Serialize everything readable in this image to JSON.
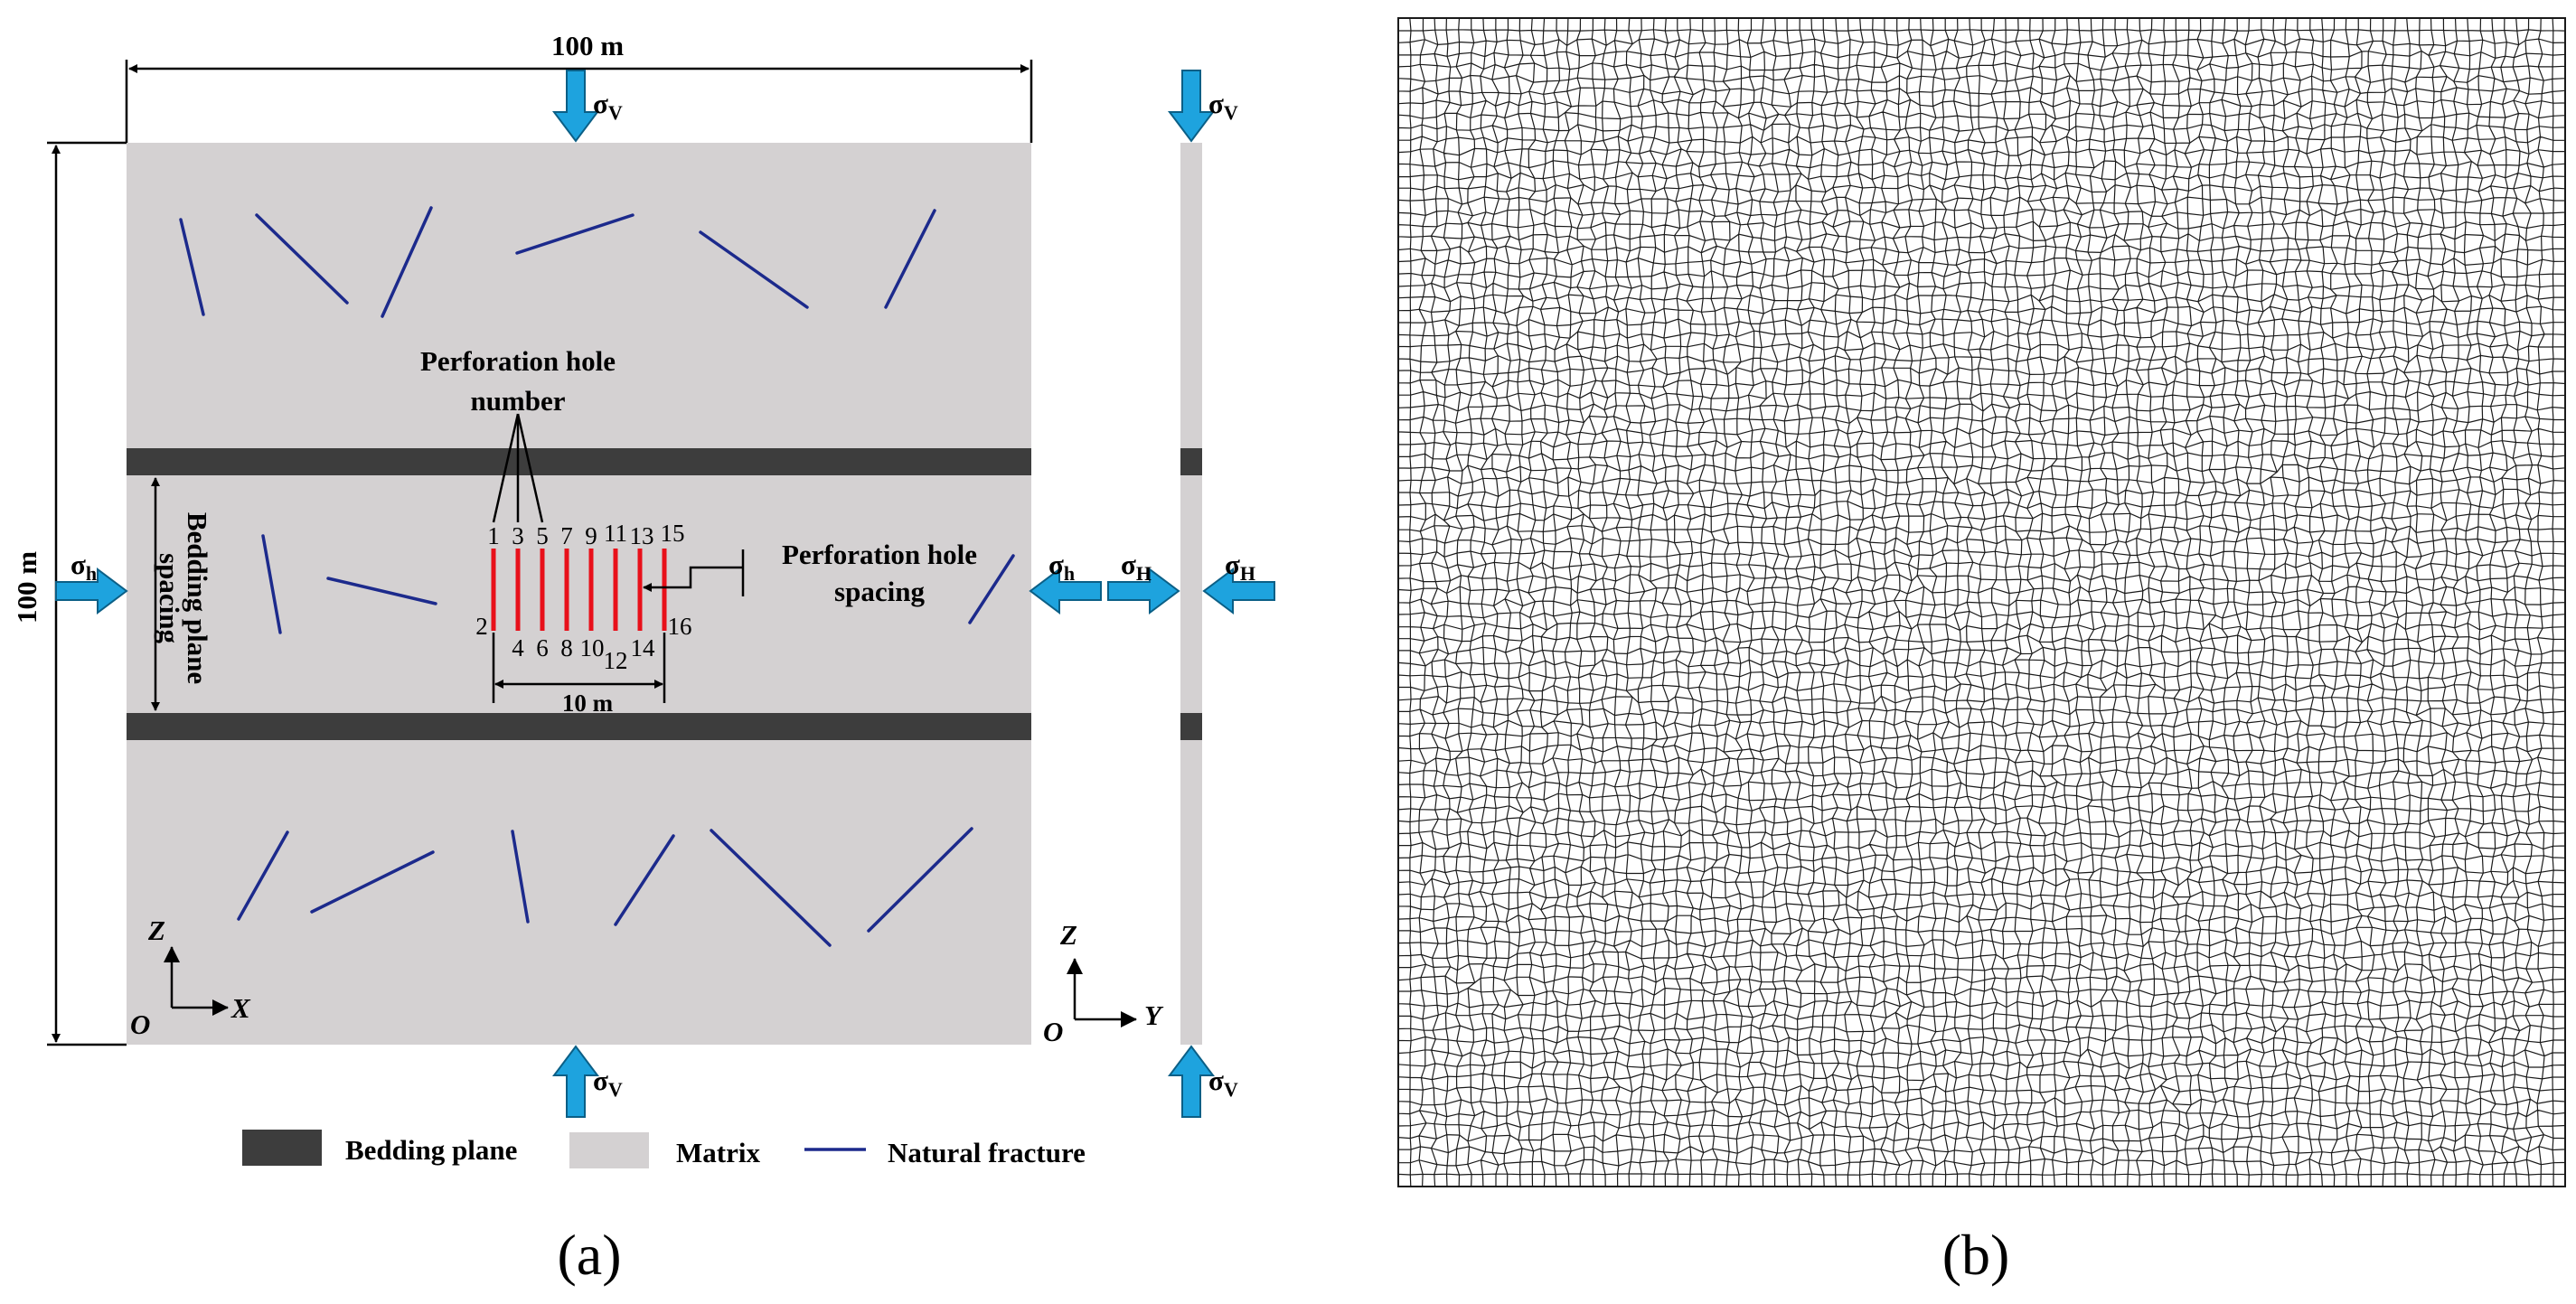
{
  "panel_a": {
    "dimension_width": "100 m",
    "dimension_height": "100 m",
    "perforation_spacing_dim": "10 m",
    "sigma_symbol": "σ",
    "sub_v": "V",
    "sub_h": "h",
    "sub_H": "H",
    "bedding_spacing_label_line1": "Bedding plane",
    "bedding_spacing_label_line2": "spacing",
    "perf_number_label_line1": "Perforation hole",
    "perf_number_label_line2": "number",
    "perf_spacing_label_line1": "Perforation hole",
    "perf_spacing_label_line2": "spacing",
    "hole_numbers_top": [
      "1",
      "3",
      "5",
      "7",
      "9",
      "11",
      "13",
      "15"
    ],
    "hole_numbers_bottom": [
      "2",
      "4",
      "6",
      "8",
      "10",
      "12",
      "14",
      "16"
    ],
    "axes_xz": {
      "z": "Z",
      "x": "X",
      "o": "O"
    },
    "axes_yz": {
      "z": "Z",
      "y": "Y",
      "o": "O"
    },
    "caption": "(a)"
  },
  "legend": {
    "bedding_plane": "Bedding plane",
    "matrix": "Matrix",
    "natural_fracture": "Natural fracture"
  },
  "panel_b": {
    "caption": "(b)"
  },
  "colors": {
    "matrix": "#d4d1d2",
    "bedding": "#3d3d3d",
    "fracture": "#1c2a8c",
    "perforation": "#e8101a",
    "stress_arrow": "#1ea3de",
    "mesh": "#1a1a1a"
  }
}
